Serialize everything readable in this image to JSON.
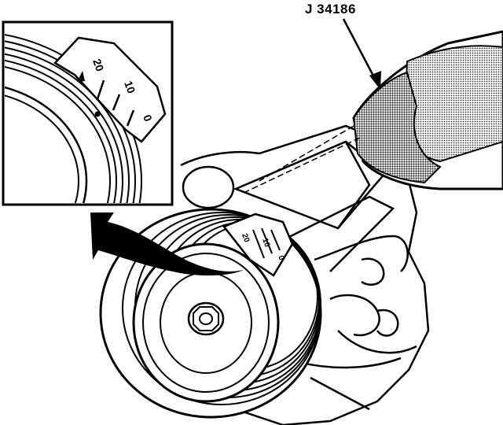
{
  "tool_label": "J 34186",
  "marks_main": [
    "20",
    "10",
    "0"
  ],
  "marks_inset": [
    "20",
    "10",
    "0"
  ],
  "colors": {
    "ink": "#000000",
    "paper": "#ffffff",
    "tool_shade": "#9a9a9a"
  },
  "icons": {
    "rotation_arrow": "curved-arrow-icon",
    "tool_pointer": "pointer-arrow-icon"
  }
}
